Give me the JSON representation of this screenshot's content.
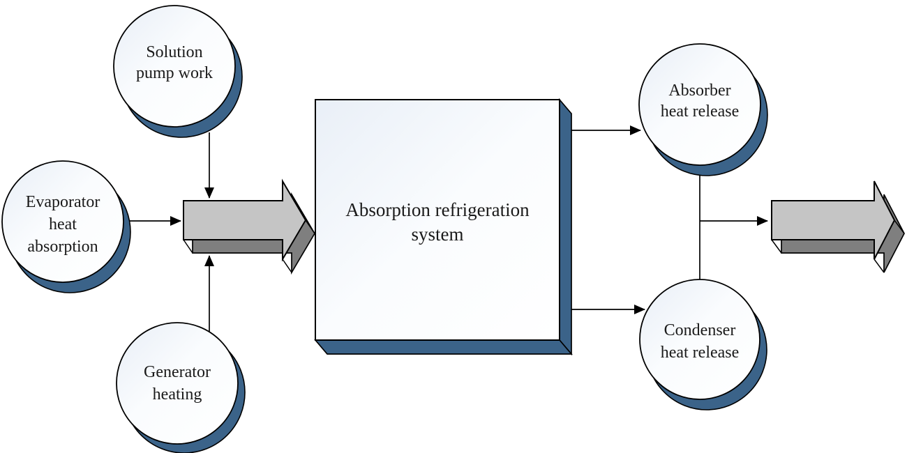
{
  "figure": {
    "type": "flow-diagram",
    "colors": {
      "shadow_blue": "#3B6389",
      "arrow_face": "#C5C5C5",
      "arrow_side": "#7F7F7F",
      "outline": "#000000",
      "text": "#1A1A1A",
      "background": "#FFFFFF"
    },
    "system_box": {
      "lines": [
        "Absorption refrigeration",
        "system"
      ]
    },
    "nodes": {
      "solution_pump": {
        "lines": [
          "Solution",
          "pump work"
        ]
      },
      "evaporator": {
        "lines": [
          "Evaporator",
          "heat",
          "absorption"
        ]
      },
      "generator": {
        "lines": [
          "Generator",
          "heating"
        ]
      },
      "absorber": {
        "lines": [
          "Absorber",
          "heat release"
        ]
      },
      "condenser": {
        "lines": [
          "Condenser",
          "heat release"
        ]
      }
    }
  }
}
